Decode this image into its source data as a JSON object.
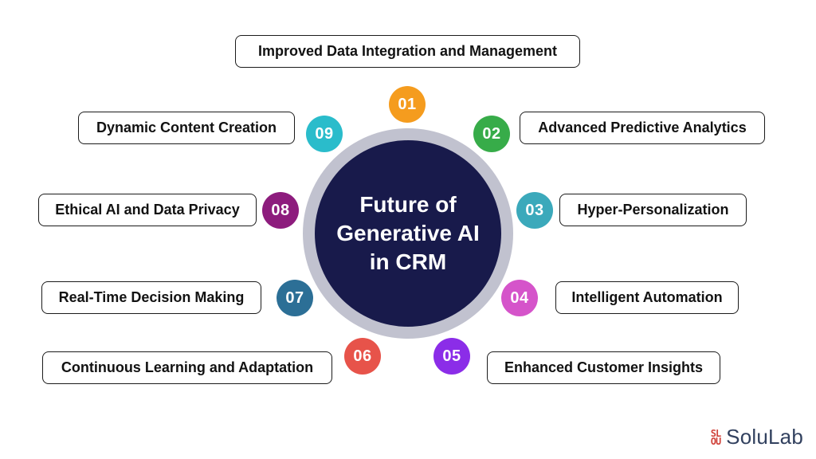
{
  "center": {
    "lines": [
      "Future of",
      "Generative AI",
      "in CRM"
    ],
    "bg_color": "#181A4B",
    "ring_color": "#C1C2CF",
    "text_color": "#FFFFFF"
  },
  "items": [
    {
      "number": "01",
      "label": "Improved Data Integration and Management",
      "color": "#F59C1E"
    },
    {
      "number": "02",
      "label": "Advanced Predictive Analytics",
      "color": "#37AC49"
    },
    {
      "number": "03",
      "label": "Hyper-Personalization",
      "color": "#3BA9BB"
    },
    {
      "number": "04",
      "label": "Intelligent Automation",
      "color": "#D554CA"
    },
    {
      "number": "05",
      "label": "Enhanced Customer Insights",
      "color": "#8B2DE8"
    },
    {
      "number": "06",
      "label": "Continuous Learning and Adaptation",
      "color": "#E7534A"
    },
    {
      "number": "07",
      "label": "Real-Time Decision Making",
      "color": "#2C6F96"
    },
    {
      "number": "08",
      "label": "Ethical AI and Data Privacy",
      "color": "#8D1C7D"
    },
    {
      "number": "09",
      "label": "Dynamic Content Creation",
      "color": "#2ABCCB"
    }
  ],
  "footer": {
    "brand": "SoluLab",
    "brand_color": "#32415F",
    "logo_icon_top": "SL",
    "logo_icon_bottom": "OU",
    "logo_color": "#D0433B"
  }
}
